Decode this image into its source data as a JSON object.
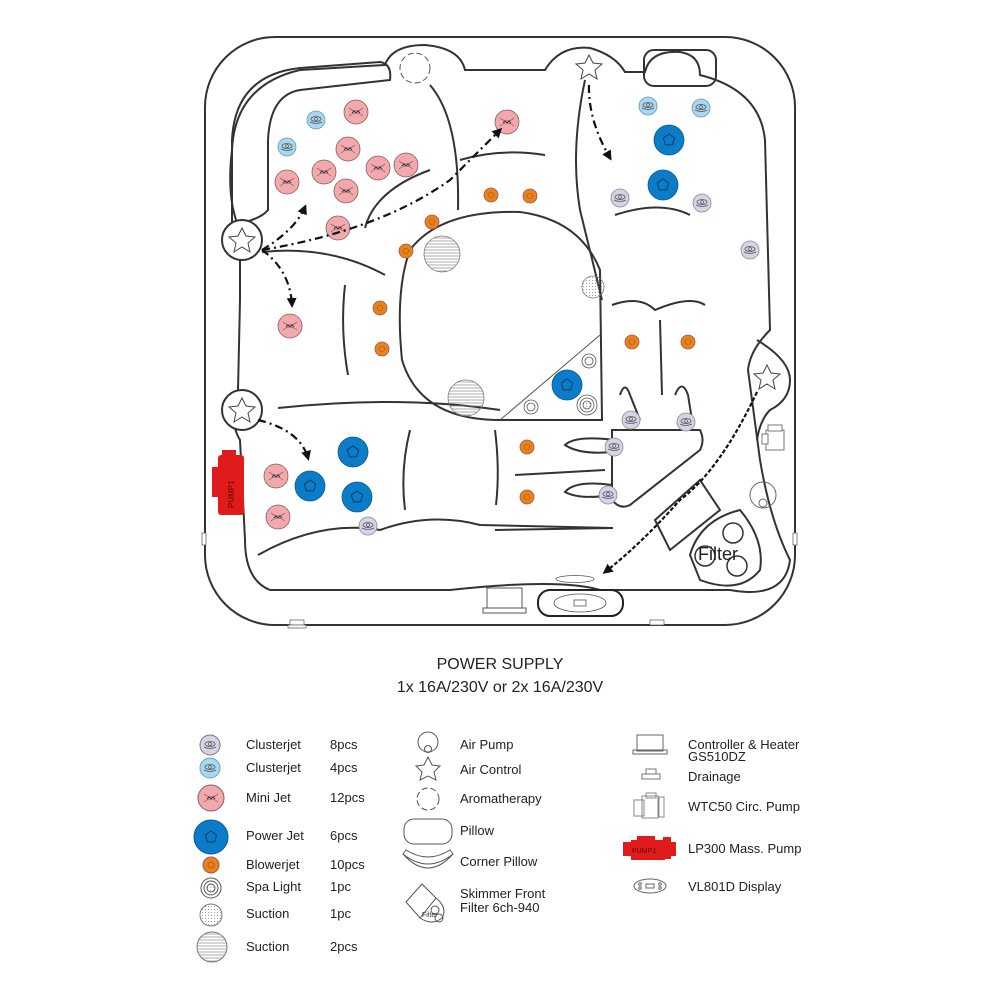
{
  "diagram": {
    "filter_label": "Filter",
    "pump_label": "PUMP1"
  },
  "power_supply": {
    "title": "POWER SUPPLY",
    "spec": "1x 16A/230V or 2x 16A/230V"
  },
  "legend": {
    "column1": [
      {
        "icon": "clusterjet-lavender-icon",
        "label": "Clusterjet",
        "qty": "8pcs",
        "color": "#d6d3e8"
      },
      {
        "icon": "clusterjet-blue-icon",
        "label": "Clusterjet",
        "qty": "4pcs",
        "color": "#a9d6f0"
      },
      {
        "icon": "mini-jet-icon",
        "label": "Mini Jet",
        "qty": "12pcs",
        "color": "#f1a9ae"
      },
      {
        "icon": "power-jet-icon",
        "label": "Power Jet",
        "qty": "6pcs",
        "color": "#0a7cc8"
      },
      {
        "icon": "blowerjet-icon",
        "label": "Blowerjet",
        "qty": "10pcs",
        "color": "#e8821a"
      },
      {
        "icon": "spa-light-icon",
        "label": "Spa Light",
        "qty": "1pc"
      },
      {
        "icon": "suction-small-icon",
        "label": "Suction",
        "qty": "1pc"
      },
      {
        "icon": "suction-large-icon",
        "label": "Suction",
        "qty": "2pcs"
      }
    ],
    "column2": [
      {
        "icon": "air-pump-icon",
        "label": "Air Pump"
      },
      {
        "icon": "air-control-icon",
        "label": "Air Control"
      },
      {
        "icon": "aromatherapy-icon",
        "label": "Aromatherapy"
      },
      {
        "icon": "pillow-icon",
        "label": "Pillow"
      },
      {
        "icon": "corner-pillow-icon",
        "label": "Corner Pillow"
      },
      {
        "icon": "skimmer-filter-icon",
        "label": "Skimmer Front",
        "label2": "Filter 6ch-940",
        "icon_text": "Filter"
      }
    ],
    "column3": [
      {
        "icon": "controller-heater-icon",
        "label": "Controller & Heater",
        "label2": "GS510DZ"
      },
      {
        "icon": "drainage-icon",
        "label": "Drainage"
      },
      {
        "icon": "circ-pump-icon",
        "label": "WTC50 Circ. Pump"
      },
      {
        "icon": "mass-pump-icon",
        "label": "LP300 Mass. Pump",
        "icon_text": "PUMP1",
        "color": "#e01b1b"
      },
      {
        "icon": "display-icon",
        "label": "VL801D Display"
      }
    ]
  }
}
